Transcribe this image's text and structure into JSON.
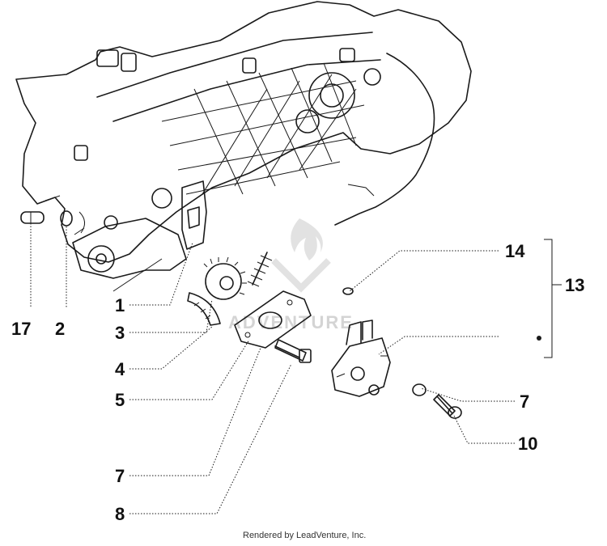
{
  "callouts": [
    {
      "id": "1",
      "label": "1"
    },
    {
      "id": "2",
      "label": "2"
    },
    {
      "id": "3",
      "label": "3"
    },
    {
      "id": "4",
      "label": "4"
    },
    {
      "id": "5",
      "label": "5"
    },
    {
      "id": "7a",
      "label": "7"
    },
    {
      "id": "7b",
      "label": "7"
    },
    {
      "id": "8",
      "label": "8"
    },
    {
      "id": "10",
      "label": "10"
    },
    {
      "id": "13",
      "label": "13"
    },
    {
      "id": "14",
      "label": "14"
    },
    {
      "id": "17",
      "label": "17"
    }
  ],
  "watermark": {
    "text": "ADVENTURE"
  },
  "footer": {
    "text": "Rendered by LeadVenture, Inc."
  }
}
